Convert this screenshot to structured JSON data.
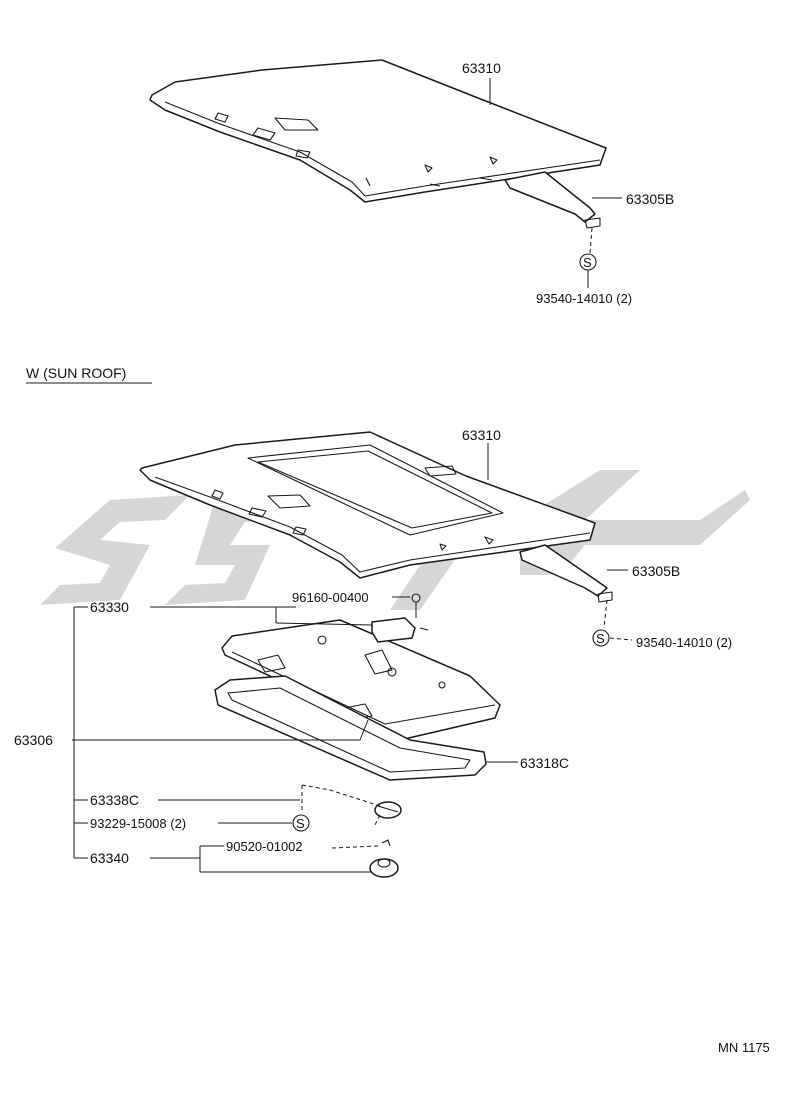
{
  "section_label": "W (SUN ROOF)",
  "footer_code": "MN 1175",
  "symbols": {
    "standard_part": "S"
  },
  "top_assembly": {
    "headliner": "63310",
    "rod": "63305B",
    "clip": "93540-14010 (2)"
  },
  "sunroof_assembly": {
    "headliner": "63310",
    "rod": "63305B",
    "clip": "93540-14010 (2)",
    "sunshade_assy": "63330",
    "sunshade_sub": "63306",
    "screw_a": "96160-00400",
    "sunshade_frame": "63318C",
    "knob_sub": "63338C",
    "screw_b": "93229-15008 (2)",
    "knob_assy": "63340",
    "screw_c": "90520-01002"
  },
  "colors": {
    "line": "#1a1a1a",
    "watermark": "#cfcfcf",
    "background": "#ffffff"
  }
}
